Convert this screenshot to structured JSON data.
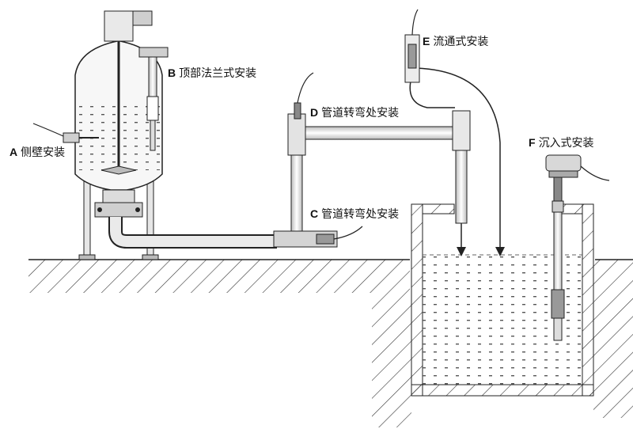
{
  "labels": {
    "a": {
      "letter": "A",
      "text": "侧壁安装"
    },
    "b": {
      "letter": "B",
      "text": "顶部法兰式安装"
    },
    "c": {
      "letter": "C",
      "text": "管道转弯处安装"
    },
    "d": {
      "letter": "D",
      "text": "管道转弯处安装"
    },
    "e": {
      "letter": "E",
      "text": "流通式安装"
    },
    "f": {
      "letter": "F",
      "text": "沉入式安装"
    }
  },
  "colors": {
    "line": "#1a1a1a",
    "fill": "#ffffff",
    "metal": "#d8d8d8"
  }
}
